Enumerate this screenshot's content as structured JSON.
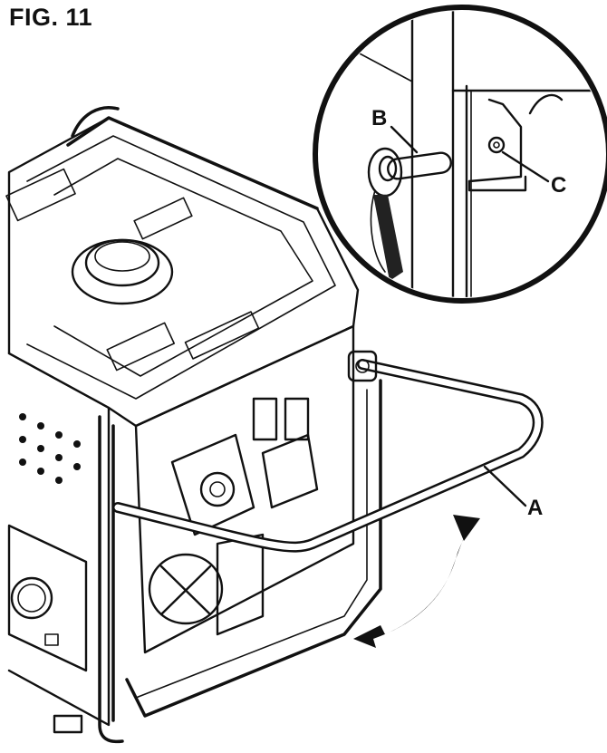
{
  "figure": {
    "title": "FIG. 11",
    "callouts": {
      "a": "A",
      "b": "B",
      "c": "C"
    }
  }
}
